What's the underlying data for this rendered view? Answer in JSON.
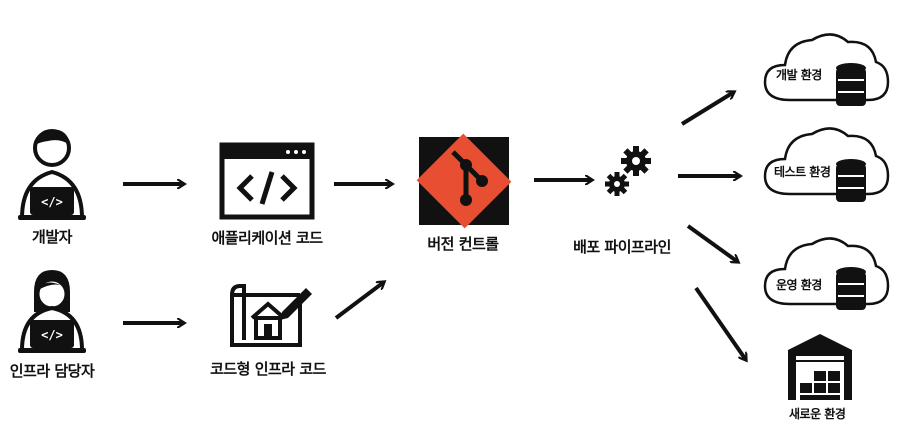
{
  "actors": {
    "developer": "개발자",
    "infra_owner": "인프라 담당자"
  },
  "artifacts": {
    "app_code": "애플리케이션 코드",
    "infra_code": "코드형 인프라 코드"
  },
  "vcs": {
    "label": "버전 컨트롤"
  },
  "pipeline": {
    "label": "배포 파이프라인"
  },
  "environments": [
    {
      "label": "개발 환경"
    },
    {
      "label": "테스트 환경"
    },
    {
      "label": "운영 환경"
    },
    {
      "label": "새로운 환경"
    }
  ],
  "colors": {
    "git": "#e84e31",
    "stroke": "#111111",
    "background": "#ffffff"
  }
}
